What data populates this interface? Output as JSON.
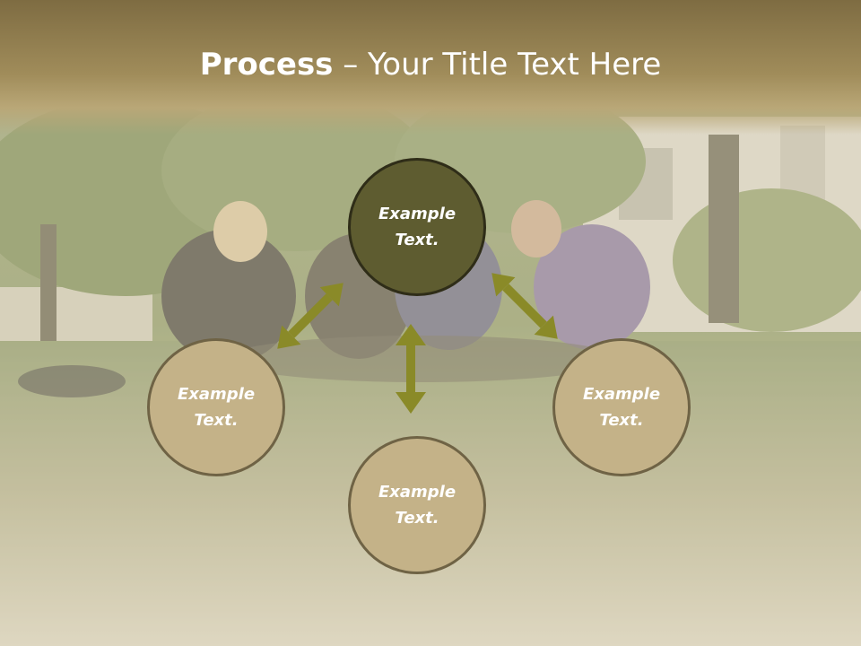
{
  "slide": {
    "title_bold": "Process",
    "title_rest": " – Your Title Text Here"
  },
  "nodes": {
    "top": "Example Text.",
    "left": "Example Text.",
    "right": "Example Text.",
    "bottom": "Example Text."
  },
  "colors": {
    "title_bar": "#a08c5a",
    "top_node_fill": "#5e5c30",
    "node_fill": "#c4b288",
    "node_border": "#6f6345",
    "arrow": "#8a8a28"
  }
}
